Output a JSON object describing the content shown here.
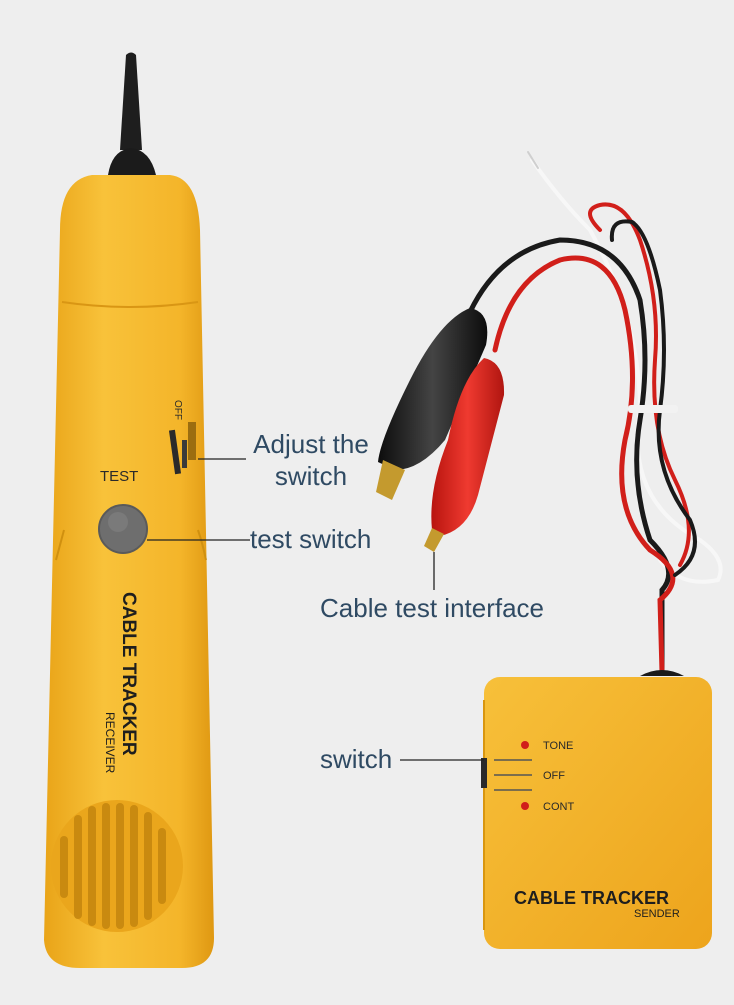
{
  "receiver": {
    "test_label": "TEST",
    "off_label": "OFF",
    "brand": "CABLE TRACKER",
    "model": "RECEIVER"
  },
  "sender": {
    "switch_positions": [
      "TONE",
      "OFF",
      "CONT"
    ],
    "brand": "CABLE TRACKER",
    "model": "SENDER"
  },
  "callouts": {
    "adjust_switch": "Adjust the switch",
    "test_switch": "test switch",
    "cable_interface": "Cable test interface",
    "switch": "switch"
  },
  "colors": {
    "body_yellow": "#f5b82a",
    "text_blue": "#2f4a63",
    "clip_red": "#d8231f",
    "clip_black": "#1c1c1c"
  }
}
